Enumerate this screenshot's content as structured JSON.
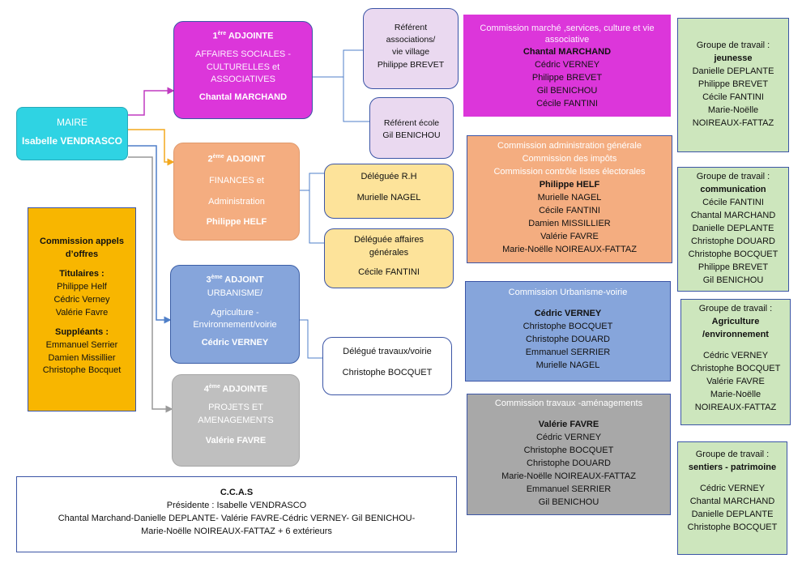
{
  "maire": {
    "title": "MAIRE",
    "name": "Isabelle VENDRASCO"
  },
  "adjoint1": {
    "rank": "1",
    "sup": "ère",
    "role": "ADJOINTE",
    "dept": [
      "AFFAIRES SOCIALES -",
      "CULTURELLES et",
      "ASSOCIATIVES"
    ],
    "name": "Chantal MARCHAND"
  },
  "adjoint2": {
    "rank": "2",
    "sup": "ème",
    "role": "ADJOINT",
    "dept": [
      "FINANCES et",
      "Administration"
    ],
    "name": "Philippe HELF"
  },
  "adjoint3": {
    "rank": "3",
    "sup": "ème",
    "role": "ADJOINT",
    "dept": [
      "URBANISME/",
      "Agriculture -",
      "Environnement/voirie"
    ],
    "name": "Cédric VERNEY"
  },
  "adjoint4": {
    "rank": "4",
    "sup": "ème",
    "role": "ADJOINTE",
    "dept": [
      "PROJETS ET",
      "AMENAGEMENTS"
    ],
    "name": "Valérie FAVRE"
  },
  "referent_assoc": {
    "lines": [
      "Référent",
      "associations/",
      "vie village"
    ],
    "name": "Philippe BREVET"
  },
  "referent_ecole": {
    "lines": [
      "Référent école"
    ],
    "name": "Gil BENICHOU"
  },
  "delegue_rh": {
    "title": "Déléguée R.H",
    "name": "Murielle NAGEL"
  },
  "delegue_affaires": {
    "lines": [
      "Déléguée affaires",
      "générales"
    ],
    "name": "Cécile FANTINI"
  },
  "delegue_travaux": {
    "title": "Délégué travaux/voirie",
    "name": "Christophe BOCQUET"
  },
  "commission_appels": {
    "title": [
      "Commission appels",
      "d’offres"
    ],
    "titulaires_label": "Titulaires :",
    "titulaires": [
      "Philippe Helf",
      "Cédric Verney",
      "Valérie Favre"
    ],
    "suppleants_label": "Suppléants :",
    "suppleants": [
      "Emmanuel Serrier",
      "Damien Missillier",
      "Christophe Bocquet"
    ]
  },
  "ccas": {
    "title": "C.C.A.S",
    "presidente": "Présidente : Isabelle VENDRASCO",
    "members": [
      "Chantal Marchand-Danielle DEPLANTE- Valérie FAVRE-Cédric VERNEY- Gil BENICHOU-",
      "Marie-Noëlle NOIREAUX-FATTAZ + 6 extérieurs"
    ]
  },
  "commission_marche": {
    "title": [
      "Commission marché ,services, culture et vie",
      "associative"
    ],
    "lead": "Chantal MARCHAND",
    "members": [
      "Cédric VERNEY",
      "Philippe BREVET",
      "Gil BENICHOU",
      "Cécile FANTINI"
    ]
  },
  "commission_admin": {
    "title": [
      "Commission administration générale",
      "Commission des impôts",
      "Commission contrôle listes électorales"
    ],
    "lead": "Philippe HELF",
    "members": [
      "Murielle NAGEL",
      "Cécile FANTINI",
      "Damien MISSILLIER",
      "Valérie FAVRE",
      "Marie-Noëlle NOIREAUX-FATTAZ"
    ]
  },
  "commission_urbanisme": {
    "title": [
      "Commission Urbanisme-voirie"
    ],
    "lead": "Cédric VERNEY",
    "members": [
      "Christophe BOCQUET",
      "Christophe DOUARD",
      "Emmanuel SERRIER",
      "Murielle NAGEL"
    ]
  },
  "commission_travaux": {
    "title": [
      "Commission travaux -aménagements"
    ],
    "lead": "Valérie FAVRE",
    "members": [
      "Cédric VERNEY",
      "Christophe BOCQUET",
      "Christophe DOUARD",
      "Marie-Noëlle NOIREAUX-FATTAZ",
      "Emmanuel SERRIER",
      "Gil BENICHOU"
    ]
  },
  "gt_jeunesse": {
    "label": "Groupe de travail :",
    "topic": [
      "jeunesse"
    ],
    "members": [
      "Danielle DEPLANTE",
      "Philippe BREVET",
      "Cécile FANTINI",
      "Marie-Noëlle",
      "NOIREAUX-FATTAZ"
    ]
  },
  "gt_communication": {
    "label": "Groupe de travail :",
    "topic": [
      "communication"
    ],
    "members": [
      "Cécile FANTINI",
      "Chantal MARCHAND",
      "Danielle DEPLANTE",
      "Christophe DOUARD",
      "Christophe BOCQUET",
      "Philippe BREVET",
      "Gil BENICHOU"
    ]
  },
  "gt_agriculture": {
    "label": "Groupe de  travail :",
    "topic": [
      "Agriculture",
      "/environnement"
    ],
    "members": [
      "Cédric VERNEY",
      "Christophe BOCQUET",
      "Valérie FAVRE",
      "Marie-Noëlle",
      "NOIREAUX-FATTAZ"
    ]
  },
  "gt_sentiers": {
    "label": "Groupe de travail :",
    "topic": [
      "sentiers - patrimoine"
    ],
    "members": [
      "Cédric VERNEY",
      "Chantal MARCHAND",
      "Danielle DEPLANTE",
      "Christophe BOCQUET"
    ]
  },
  "colors": {
    "maire": "#2fd3e3",
    "adjoint1": "#dc36da",
    "adjoint2": "#f4ad80",
    "adjoint3": "#86a5db",
    "adjoint4": "#bfbfbf",
    "referent": "#ead9f0",
    "delegue": "#fde39a",
    "appels": "#f8b600",
    "commission_marche": "#dc36da",
    "commission_admin": "#f4ad80",
    "commission_urbanisme": "#86a5db",
    "commission_travaux": "#a8a8a8",
    "groupe": "#cde6bd"
  }
}
